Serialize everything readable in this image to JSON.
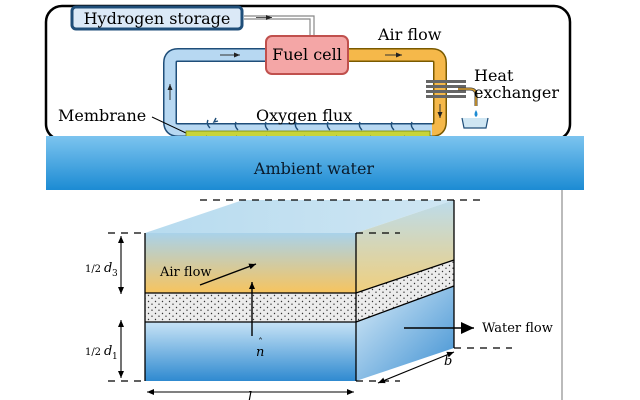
{
  "top": {
    "hydrogen_storage": "Hydrogen storage",
    "fuel_cell": "Fuel cell",
    "air_flow": "Air flow",
    "heat": "Heat",
    "exchanger": "exchanger",
    "membrane": "Membrane",
    "oxygen_flux": "Oxygen flux",
    "ambient_water": "Ambient water"
  },
  "bottom": {
    "d3_frac": "1/2",
    "d3_var": "d",
    "d3_sub": "3",
    "d1_frac": "1/2",
    "d1_var": "d",
    "d1_sub": "1",
    "air_flow": "Air flow",
    "normal": "n",
    "water_flow": "Water flow",
    "depth": "b",
    "length": "l"
  },
  "colors": {
    "storage_border": "#1f4e79",
    "storage_fill": "#dbe9f7",
    "fuel_cell_fill": "#f4a6a6",
    "fuel_cell_border": "#c0504d",
    "air_pipe": "#f5b84a",
    "return_pipe": "#b7d8f2",
    "membrane": "#c8d43a",
    "water_top": "#5fb3e8",
    "water_bottom": "#1e8fd6",
    "air_layer_top": "#9fcbe6",
    "air_layer_bottom": "#f6c25a"
  }
}
